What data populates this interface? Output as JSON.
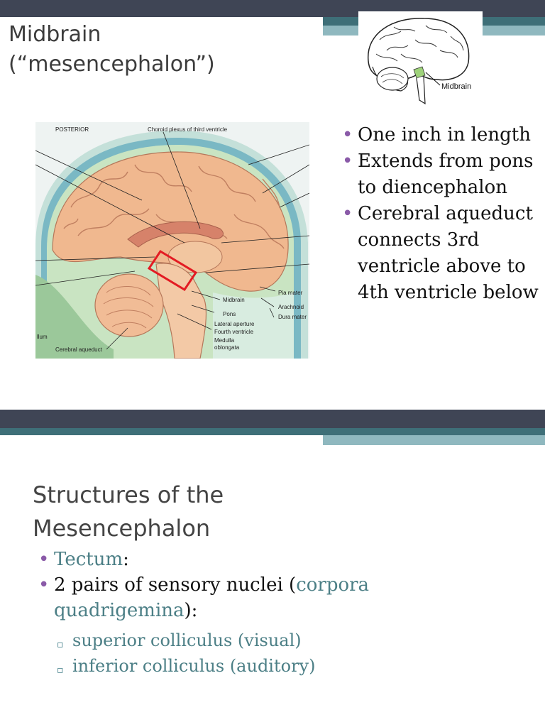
{
  "slide1": {
    "title_line1": "Midbrain",
    "title_line2": "(“mesencephalon”)",
    "thumb_label": "Midbrain",
    "diagram_labels": {
      "posterior": "POSTERIOR",
      "choroid": "Choroid plexus of third ventricle",
      "pia": "Pia mater",
      "midbrain": "Midbrain",
      "arachnoid": "Arachnoid",
      "dura": "Dura mater",
      "pons": "Pons",
      "lateral_aperture": "Lateral aperture",
      "fourth_ventricle": "Fourth ventricle",
      "medulla": "Medulla oblongata",
      "cerebral_aqueduct": "Cerebral aqueduct",
      "cerebellum_frag": "llum"
    },
    "bullets": [
      "One inch in length",
      "Extends from pons to diencephalon",
      "Cerebral aqueduct connects 3rd ventricle above to 4th ventricle below"
    ]
  },
  "slide2": {
    "title_line1": "Structures of the",
    "title_line2": "Mesencephalon",
    "bullet1_term": "Tectum",
    "bullet1_suffix": ":",
    "bullet2_prefix": "2 pairs of sensory nuclei (",
    "bullet2_term": "corpora quadrigemina",
    "bullet2_suffix": "):",
    "sub_bullets": [
      "superior colliculus (visual)",
      "inferior colliculus (auditory)"
    ]
  }
}
